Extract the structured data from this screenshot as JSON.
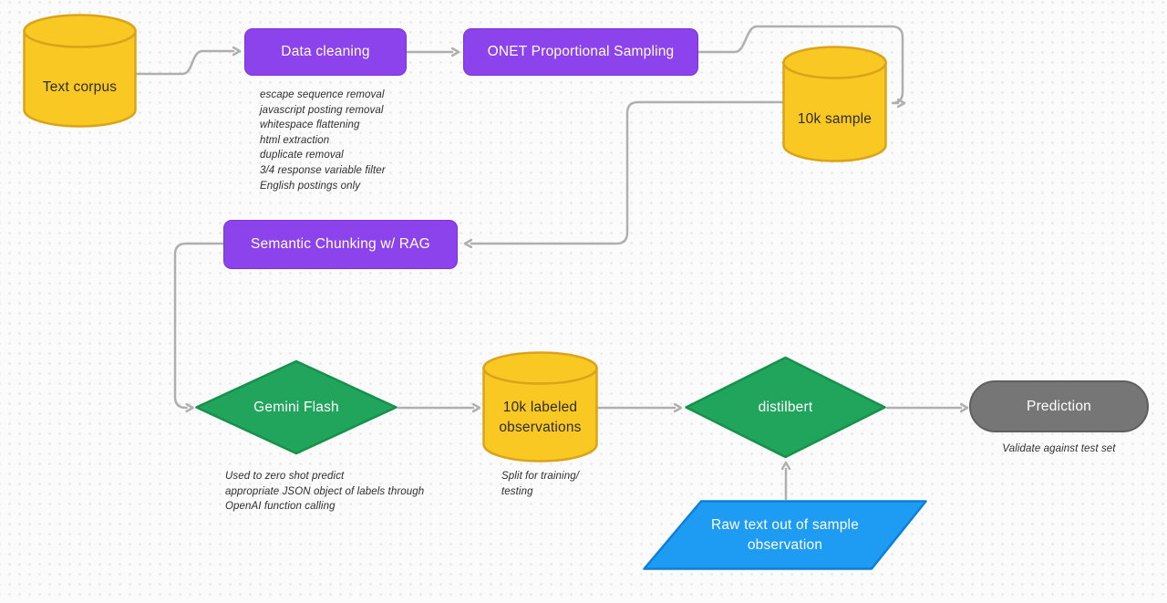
{
  "diagram": {
    "title": "ML labeling pipeline flowchart",
    "nodes": {
      "text_corpus": {
        "label": "Text corpus",
        "type": "cylinder"
      },
      "data_cleaning": {
        "label": "Data cleaning",
        "type": "process"
      },
      "onet_sampling": {
        "label": "ONET Proportional Sampling",
        "type": "process"
      },
      "sample_10k": {
        "label": "10k sample",
        "type": "cylinder"
      },
      "semantic_chunking": {
        "label": "Semantic Chunking w/ RAG",
        "type": "process"
      },
      "gemini_flash": {
        "label": "Gemini Flash",
        "type": "decision"
      },
      "labeled_observations": {
        "label": "10k labeled observations",
        "type": "cylinder"
      },
      "distilbert": {
        "label": "distilbert",
        "type": "decision"
      },
      "prediction": {
        "label": "Prediction",
        "type": "terminator"
      },
      "raw_text": {
        "label": "Raw text out of sample observation",
        "type": "input-output"
      }
    },
    "edges": [
      {
        "from": "text_corpus",
        "to": "data_cleaning"
      },
      {
        "from": "data_cleaning",
        "to": "onet_sampling"
      },
      {
        "from": "onet_sampling",
        "to": "sample_10k"
      },
      {
        "from": "sample_10k",
        "to": "semantic_chunking"
      },
      {
        "from": "semantic_chunking",
        "to": "gemini_flash"
      },
      {
        "from": "gemini_flash",
        "to": "labeled_observations"
      },
      {
        "from": "labeled_observations",
        "to": "distilbert"
      },
      {
        "from": "distilbert",
        "to": "prediction"
      },
      {
        "from": "raw_text",
        "to": "distilbert"
      }
    ]
  },
  "annotations": {
    "data_cleaning_steps": [
      "escape sequence removal",
      "javascript posting removal",
      "whitespace flattening",
      "html extraction",
      "duplicate removal",
      "3/4 response variable filter",
      "English postings only"
    ],
    "gemini_note": [
      "Used to zero shot predict",
      "appropriate JSON object of labels through",
      "OpenAI function calling"
    ],
    "split_note": [
      "Split for training/",
      "testing"
    ],
    "prediction_note": "Validate against test set"
  },
  "colors": {
    "background": "#FBFBFB",
    "grid_dot": "#E4E4E4",
    "cylinder_fill": "#F9C823",
    "cylinder_stroke": "#D9A41B",
    "process_fill": "#8C43EC",
    "decision_fill": "#21A45C",
    "io_fill": "#1E9BF2",
    "terminator_fill": "#767676",
    "connector": "#AFAFAF",
    "label_on_color": "#FFFFFF",
    "label_dark": "#2D2D2D"
  }
}
